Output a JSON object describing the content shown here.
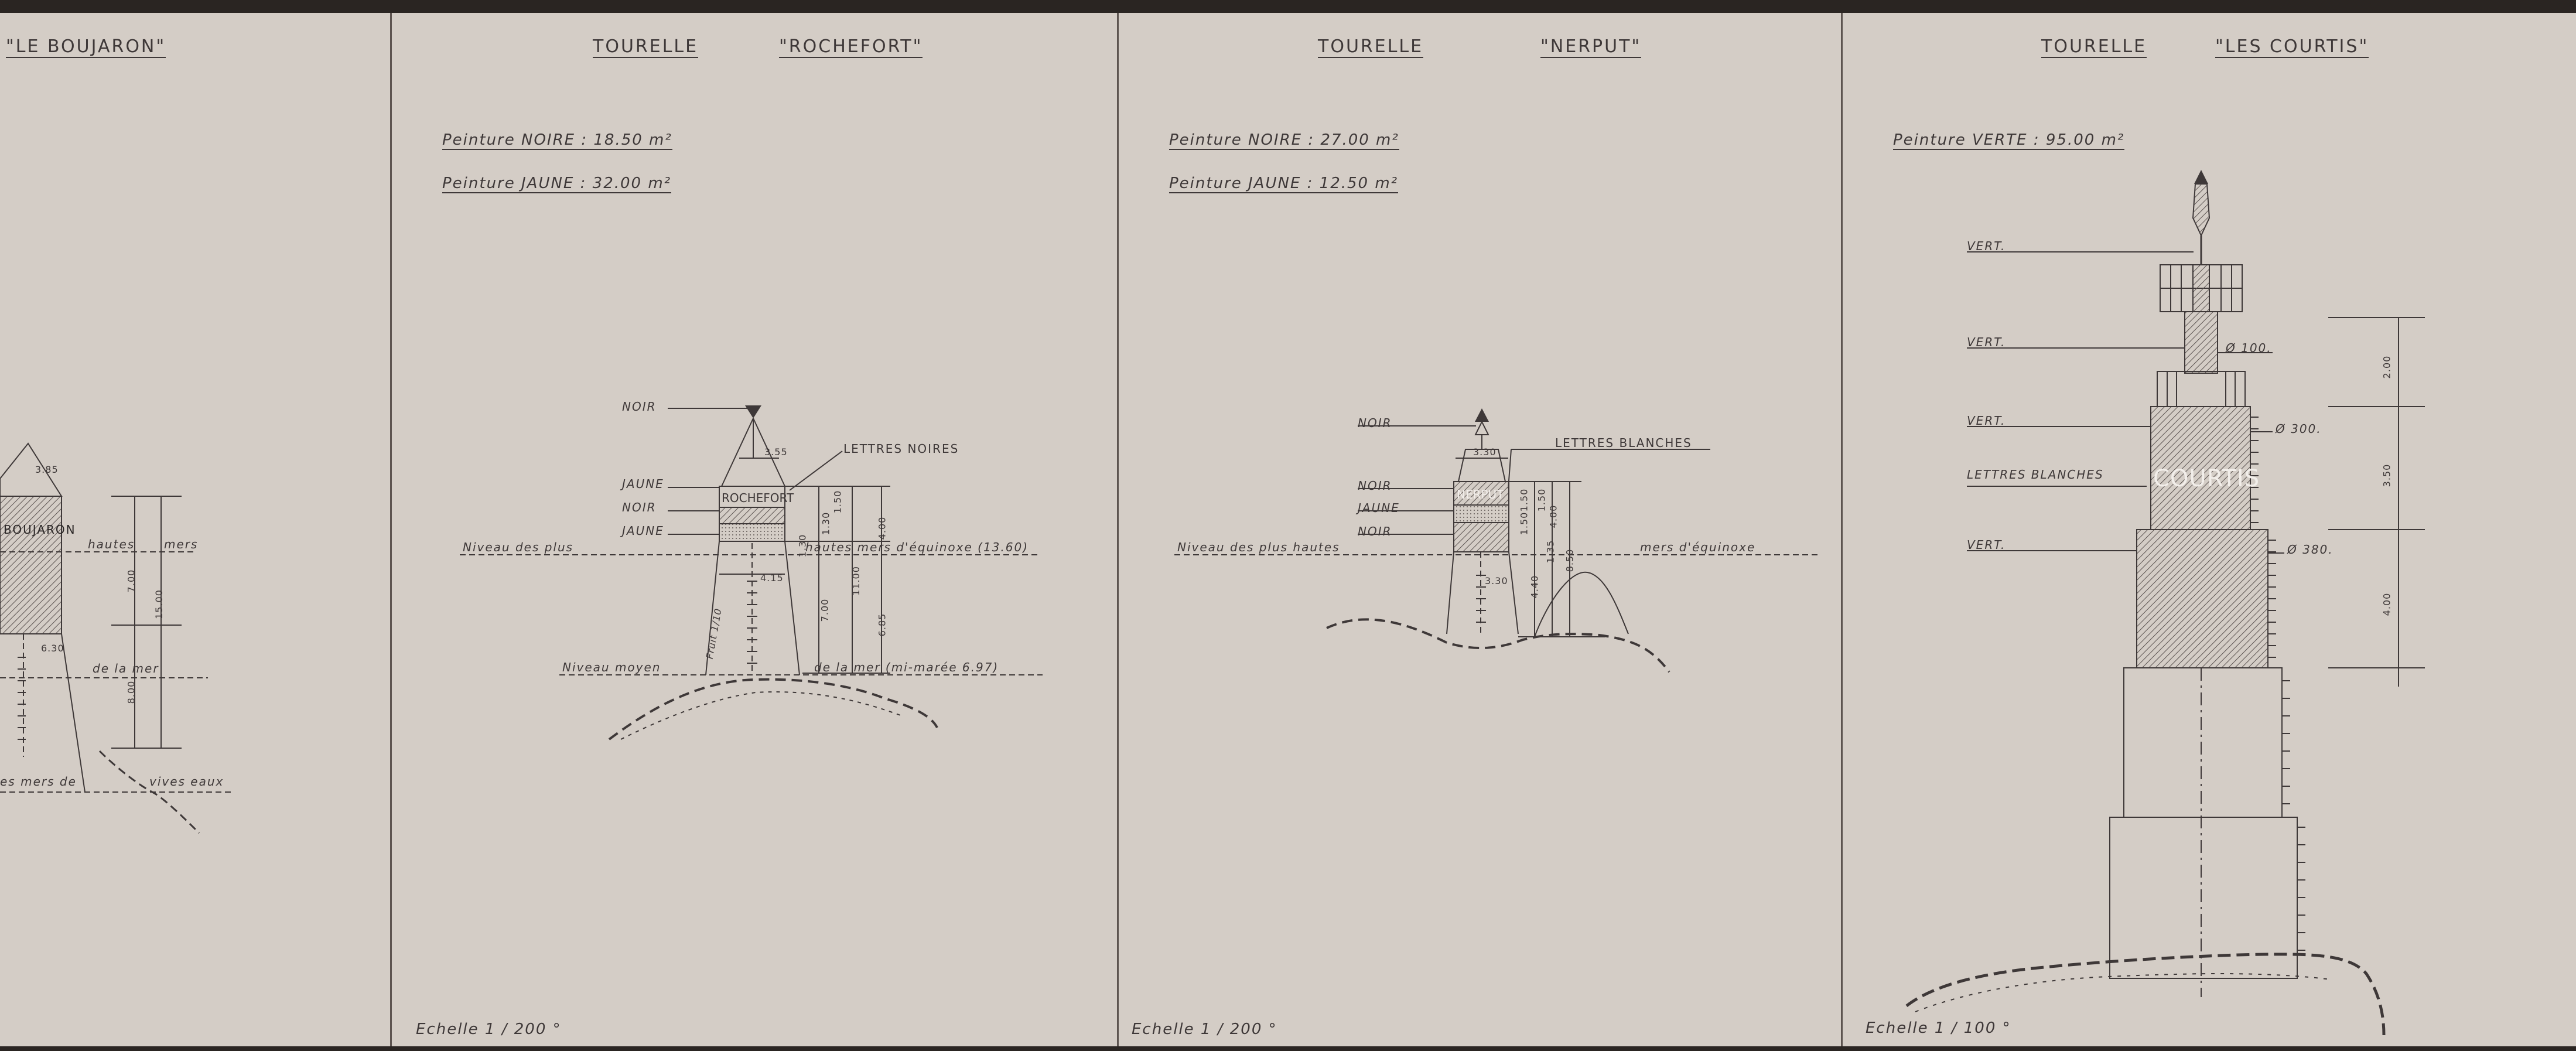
{
  "panels": {
    "boujaron": {
      "title": "\"LE BOUJARON\"",
      "tower_text": "BOUJARON",
      "dim_right": "3.85",
      "sea_high": "hautes",
      "sea_high_2": "mers",
      "sea_mid": "de la mer",
      "sea_low": "es mers de",
      "sea_low_2": "vives eaux",
      "dim_width": "6.30",
      "dims_v": [
        "7.00",
        "15.00",
        "8.00"
      ]
    },
    "rochefort": {
      "title_prefix": "TOURELLE",
      "title": "\"ROCHEFORT\"",
      "paint_1": "Peinture NOIRE : 18.50 m²",
      "paint_2": "Peinture JAUNE : 32.00 m²",
      "callouts": [
        "NOIR",
        "JAUNE",
        "NOIR",
        "JAUNE"
      ],
      "letters_note": "LETTRES NOIRES",
      "tower_text": "ROCHEFORT",
      "sea_high": "Niveau des plus",
      "sea_high_2": "hautes mers d'équinoxe (13.60)",
      "sea_mid": "Niveau moyen",
      "sea_mid_2": "de la mer (mi-marée 6.97)",
      "dims": [
        "3.55",
        "4.15",
        "7.00",
        "11.00",
        "6.85",
        "4.00",
        "1.50",
        "1.30",
        "1.30"
      ],
      "fruit": "Fruit 1/10",
      "scale": "Echelle   1 / 200 °"
    },
    "nerput": {
      "title_prefix": "TOURELLE",
      "title": "\"NERPUT\"",
      "paint_1": "Peinture NOIRE : 27.00 m²",
      "paint_2": "Peinture JAUNE : 12.50 m²",
      "callouts": [
        "NOIR",
        "NOIR",
        "JAUNE",
        "NOIR"
      ],
      "letters_note": "LETTRES BLANCHES",
      "tower_text": "NERPUT",
      "sea_high": "Niveau des plus hautes",
      "sea_high_2": "mers d'équinoxe",
      "dims": [
        "3.30",
        "3.30",
        "4.00",
        "8.50",
        "1.50",
        "1.50",
        "1.50",
        "4.40",
        "1.35"
      ],
      "scale": "Echelle   1 / 200 °"
    },
    "courtis": {
      "title_prefix": "TOURELLE",
      "title": "\"LES COURTIS\"",
      "paint_1": "Peinture VERTE : 95.00 m²",
      "callouts": [
        "VERT.",
        "VERT.",
        "VERT.",
        "LETTRES BLANCHES",
        "VERT."
      ],
      "diameters": [
        "Ø 100.",
        "Ø 300.",
        "Ø 380."
      ],
      "tower_text": "COURTIS",
      "dims": [
        "2.00",
        "3.50",
        "4.00"
      ],
      "scale": "Echelle   1 / 100 °"
    }
  }
}
